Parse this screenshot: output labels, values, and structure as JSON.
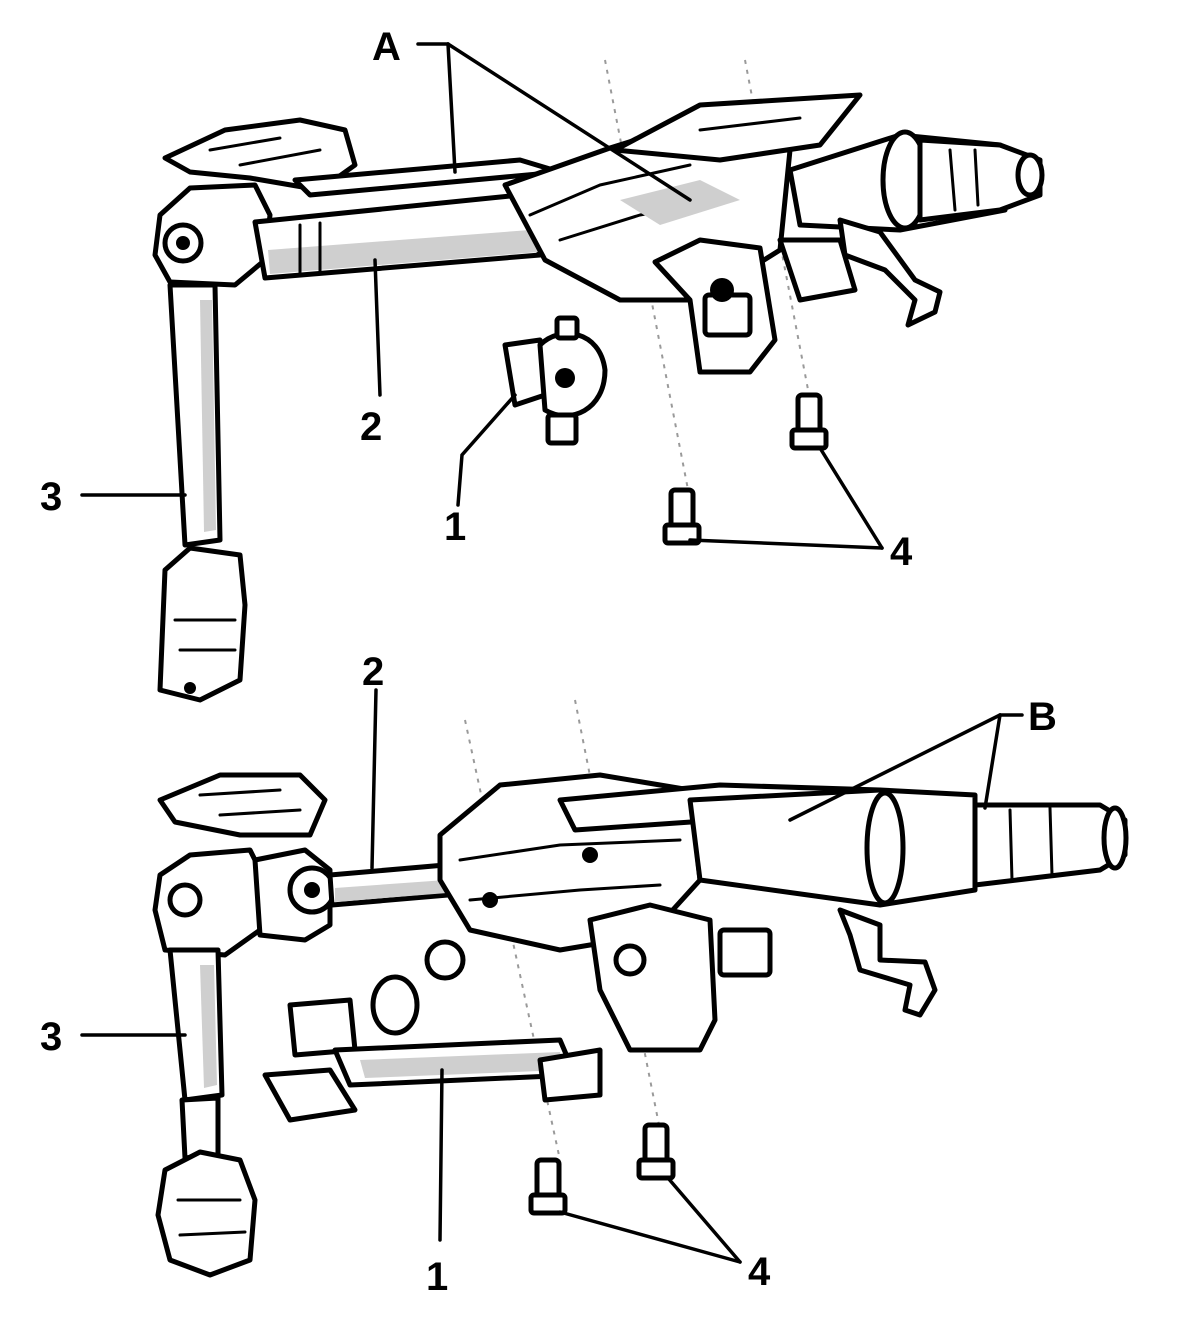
{
  "callouts": {
    "A": "A",
    "B": "B",
    "c1": "1",
    "c2": "2",
    "c3": "3",
    "c4": "4"
  },
  "colors": {
    "ink": "#000000",
    "background": "#ffffff"
  }
}
